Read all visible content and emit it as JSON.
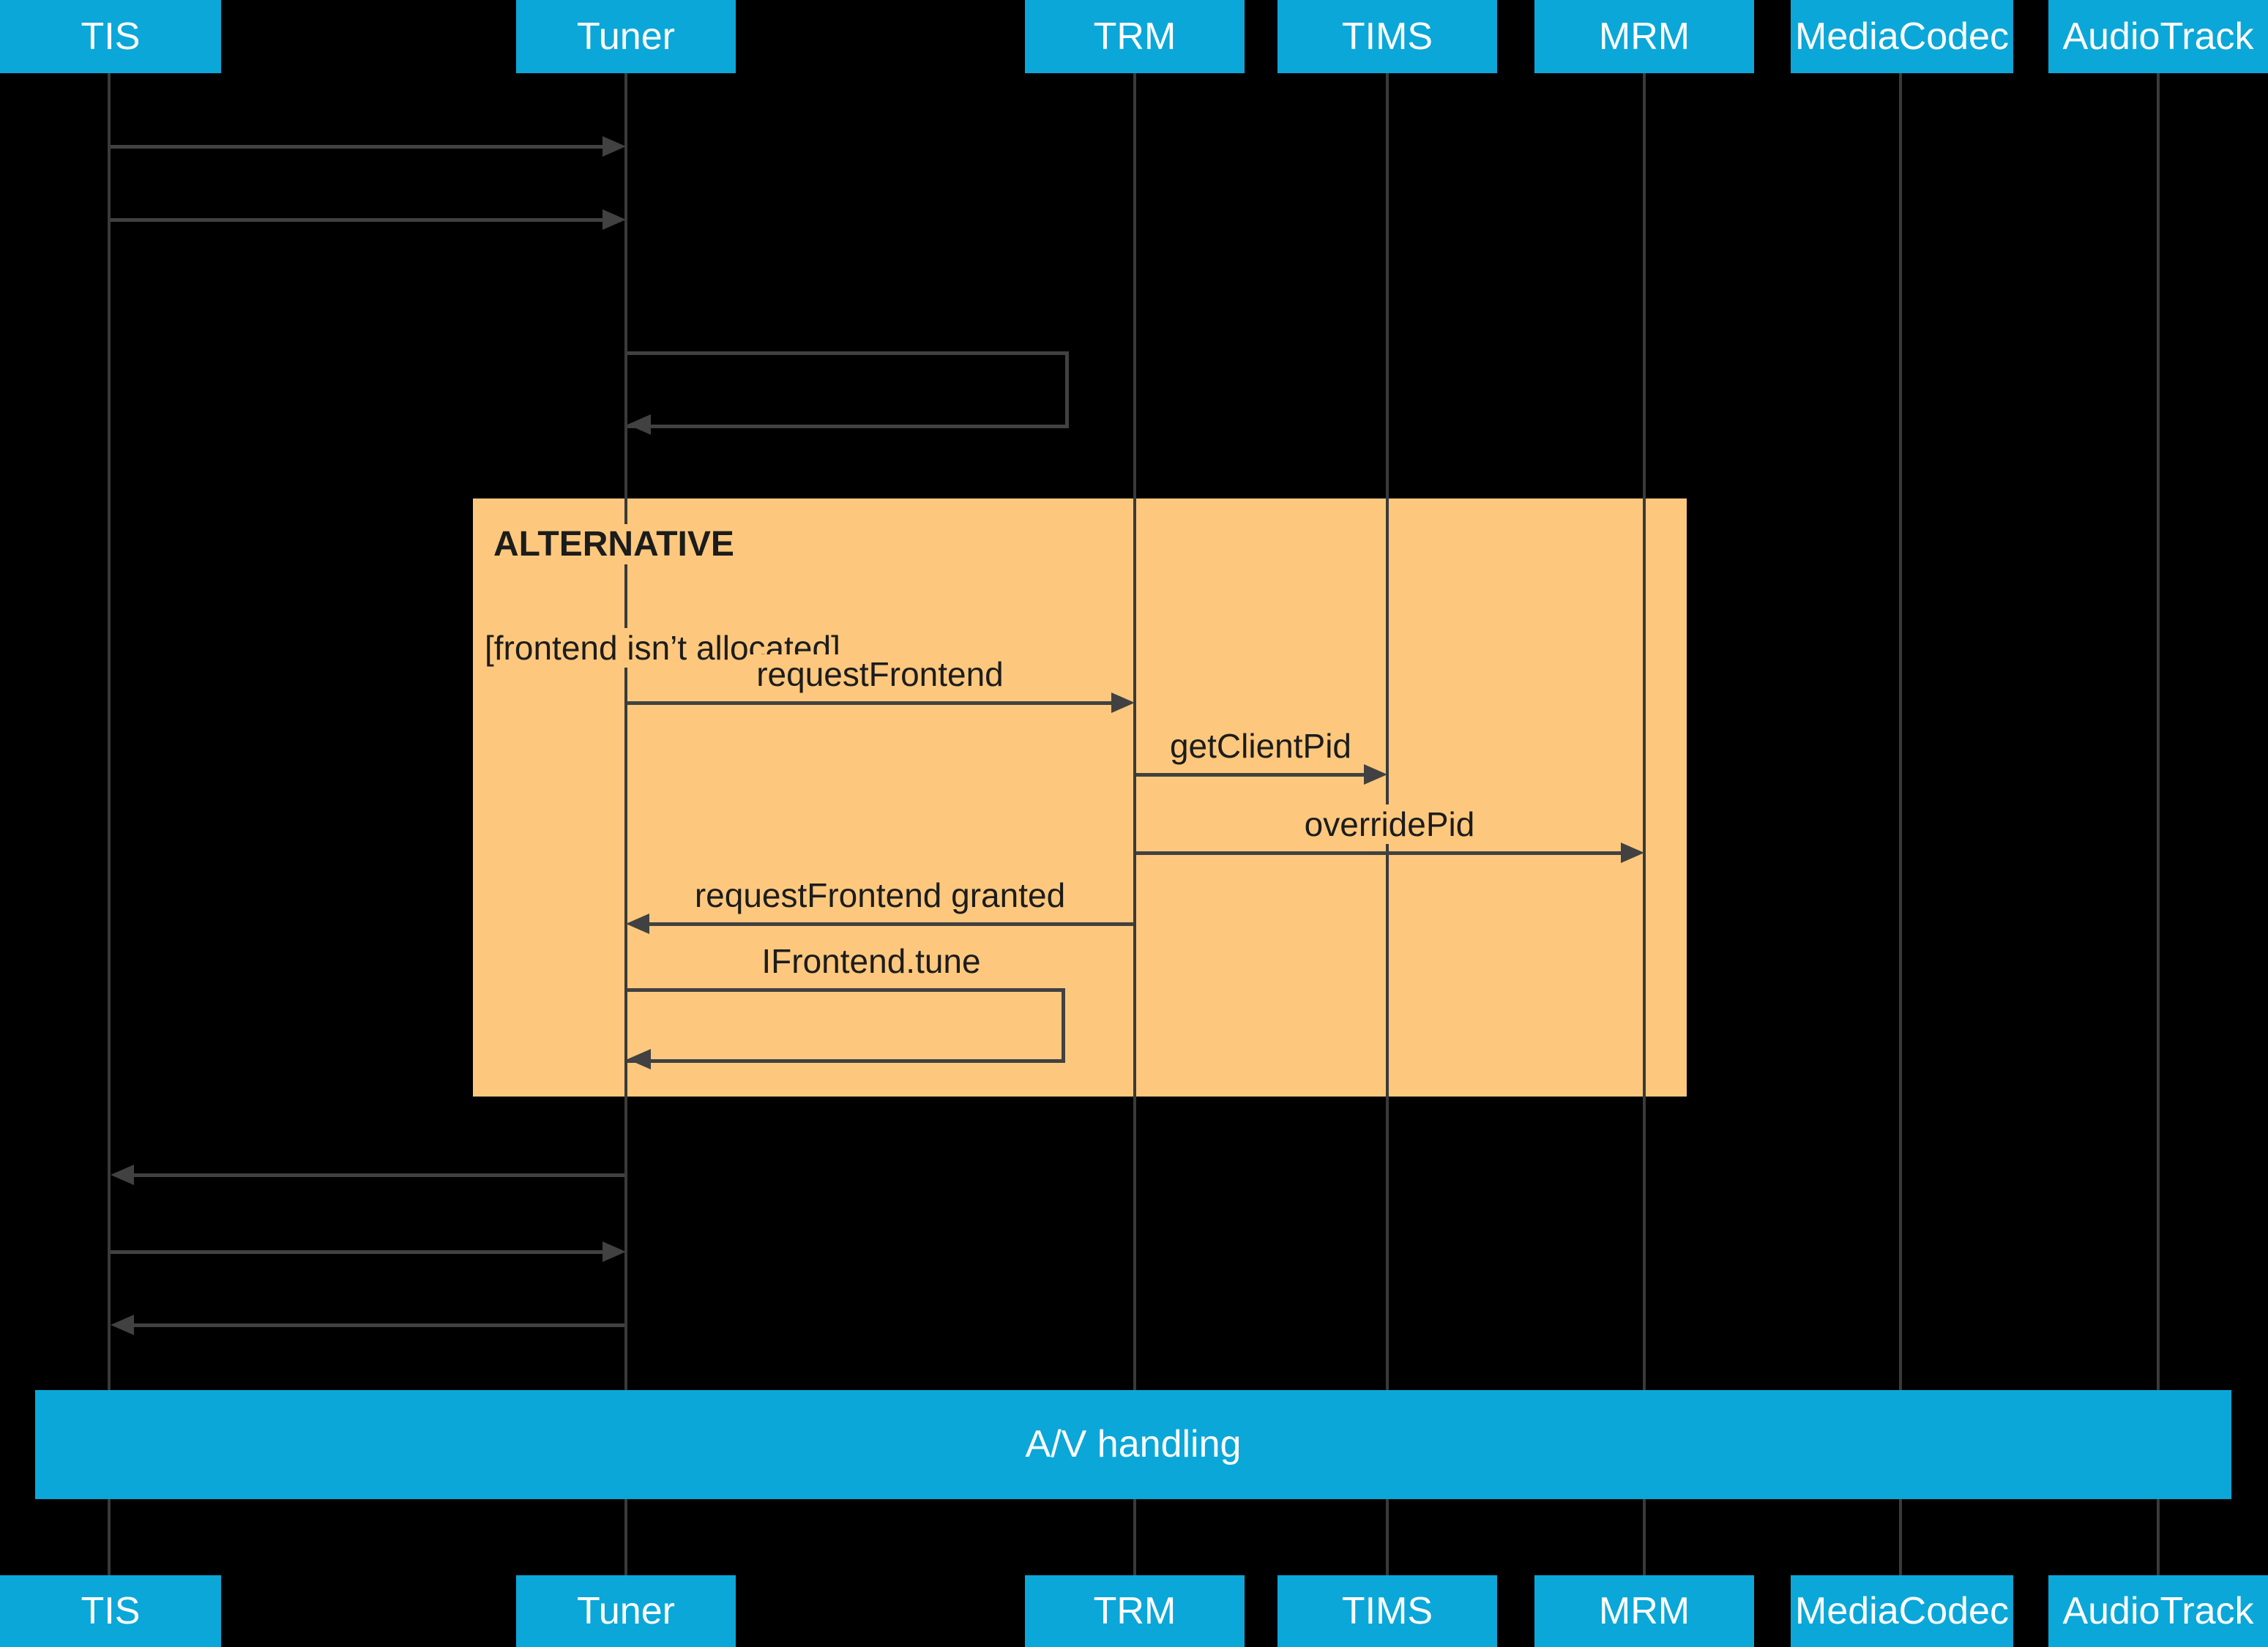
{
  "participants": [
    {
      "id": "tis",
      "label": "TIS"
    },
    {
      "id": "tuner",
      "label": "Tuner"
    },
    {
      "id": "trm",
      "label": "TRM"
    },
    {
      "id": "tims",
      "label": "TIMS"
    },
    {
      "id": "mrm",
      "label": "MRM"
    },
    {
      "id": "mediacodec",
      "label": "MediaCodec"
    },
    {
      "id": "audiotrack",
      "label": "AudioTrack"
    }
  ],
  "alt_block": {
    "label": "ALTERNATIVE",
    "guard": "[frontend isn’t allocated]"
  },
  "messages": [
    {
      "from": "TIS",
      "to": "Tuner",
      "label": "",
      "self": false
    },
    {
      "from": "TIS",
      "to": "Tuner",
      "label": "",
      "self": false
    },
    {
      "from": "Tuner",
      "to": "Tuner",
      "label": "",
      "self": true
    },
    {
      "from": "Tuner",
      "to": "TRM",
      "label": "requestFrontend",
      "self": false
    },
    {
      "from": "TRM",
      "to": "TIMS",
      "label": "getClientPid",
      "self": false
    },
    {
      "from": "TRM",
      "to": "MRM",
      "label": "overridePid",
      "self": false
    },
    {
      "from": "TRM",
      "to": "Tuner",
      "label": "requestFrontend granted",
      "self": false
    },
    {
      "from": "Tuner",
      "to": "Tuner",
      "label": "IFrontend.tune",
      "self": true
    },
    {
      "from": "Tuner",
      "to": "TIS",
      "label": "",
      "self": false
    },
    {
      "from": "TIS",
      "to": "Tuner",
      "label": "",
      "self": false
    },
    {
      "from": "Tuner",
      "to": "TIS",
      "label": "",
      "self": false
    }
  ],
  "av_bar": {
    "label": "A/V handling"
  },
  "colors": {
    "cyan": "#0ba7d9",
    "orange": "#fdc87d",
    "line": "#414141",
    "lifeline": "#3a3a3a",
    "background": "#000000",
    "text_dark": "#1c1c1c",
    "text_light": "#ffffff"
  }
}
